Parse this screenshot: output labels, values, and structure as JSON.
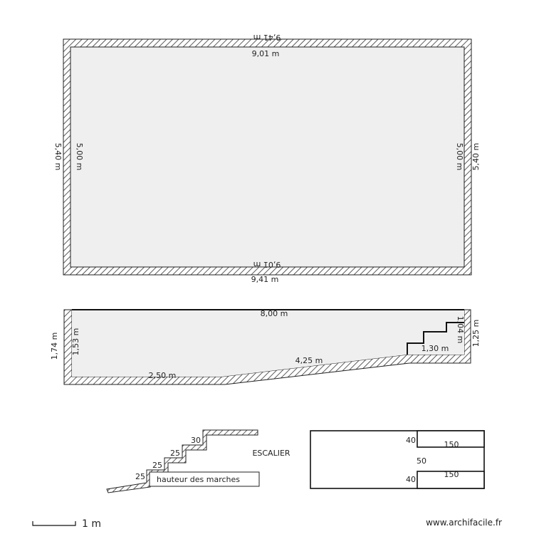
{
  "top_view": {
    "outer_width": "9,41 m",
    "inner_width": "9,01 m",
    "outer_height": "5,40 m",
    "inner_height": "5,00 m"
  },
  "section_view": {
    "inner_length": "8,00 m",
    "deep_height_outer": "1,74 m",
    "deep_height_inner": "1,53 m",
    "shallow_height_outer": "1,25 m",
    "shallow_height_inner": "1,04 m",
    "flat_bottom": "2,50 m",
    "slope": "4,25 m",
    "stairs_base": "1,30 m"
  },
  "stairs_detail": {
    "title": "ESCALIER",
    "riser_1": "25",
    "riser_2": "25",
    "riser_3": "25",
    "riser_4": "30",
    "note": "hauteur des marches"
  },
  "stairs_plan": {
    "edge_top": "40",
    "middle": "50",
    "edge_bottom": "40",
    "step_top": "150",
    "step_bottom": "150"
  },
  "scale_bar": {
    "label": "1 m"
  },
  "footer": {
    "credit": "www.archifacile.fr"
  }
}
